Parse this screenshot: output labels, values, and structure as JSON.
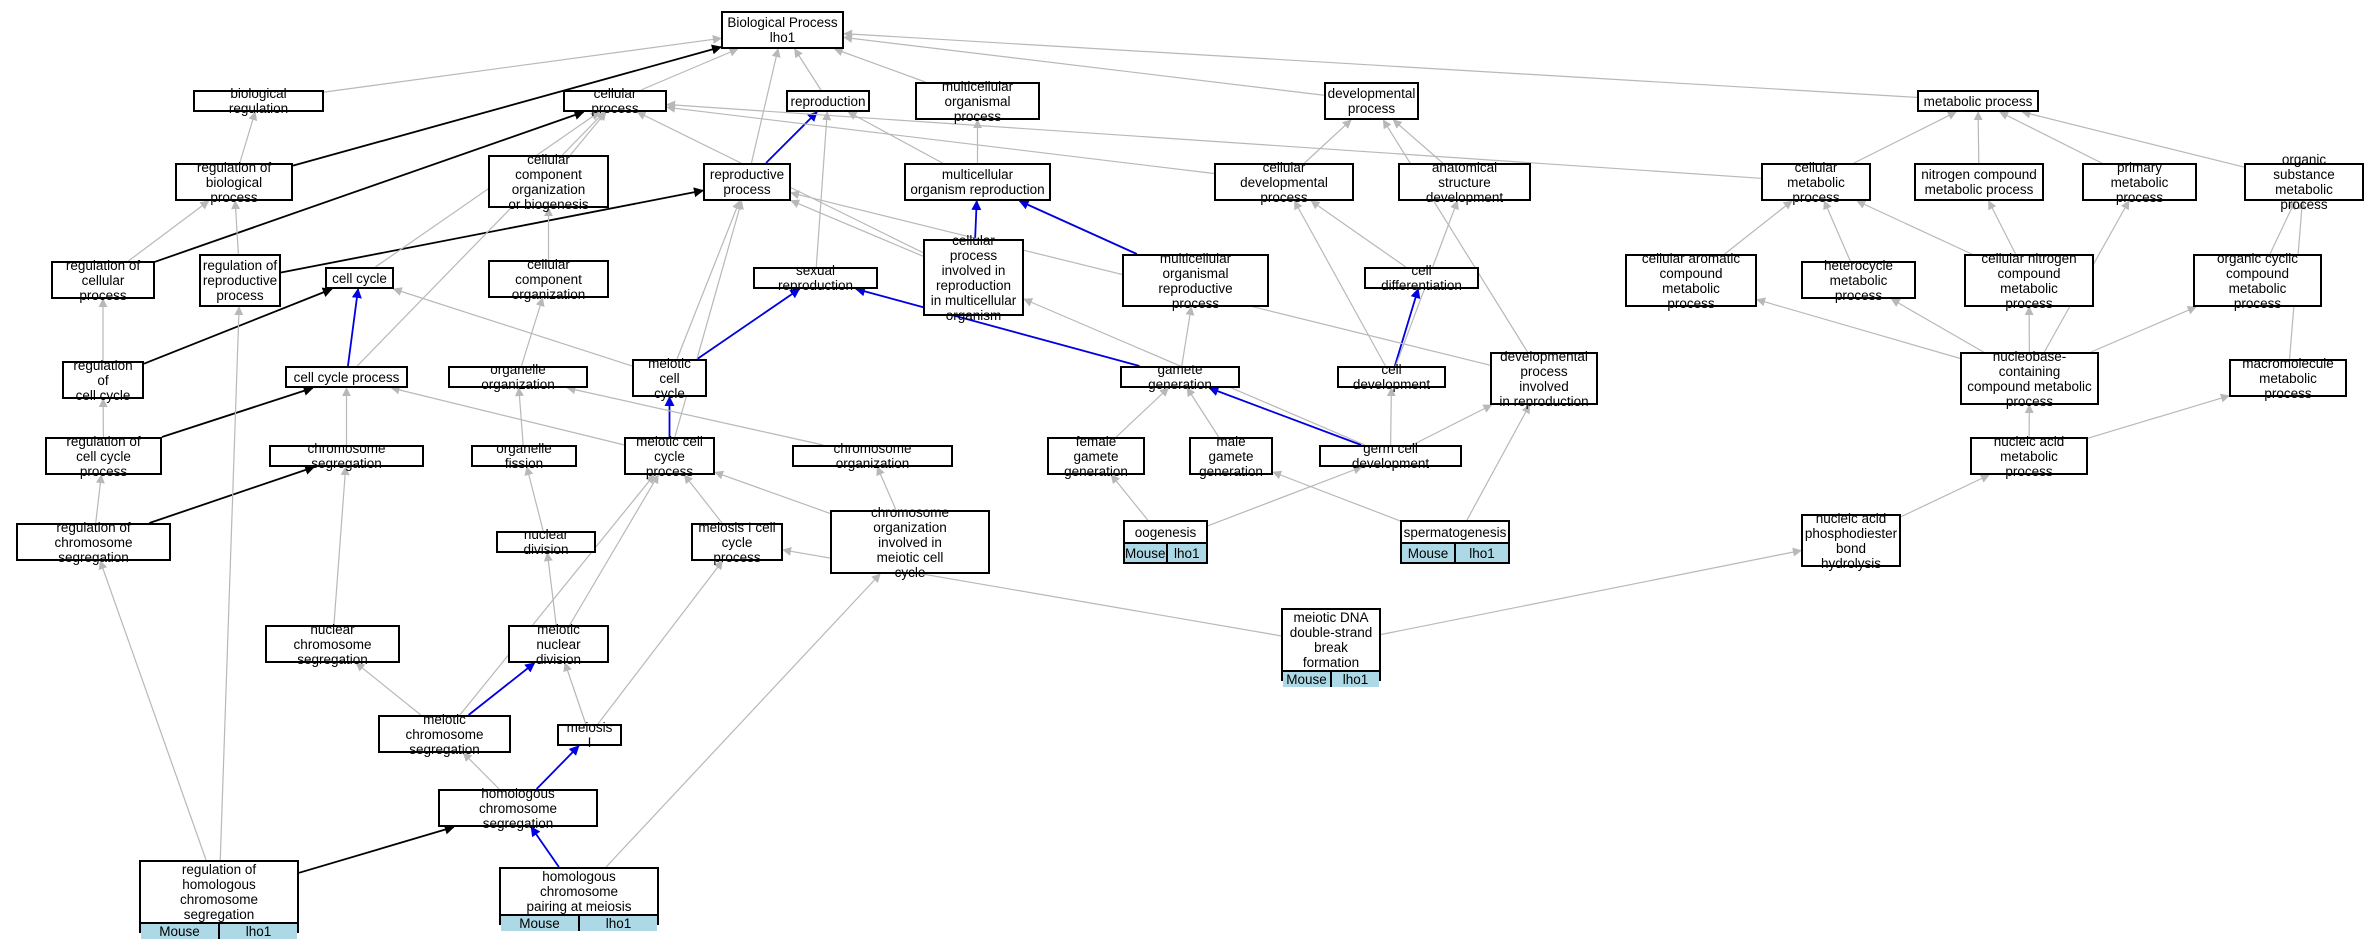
{
  "colors": {
    "gray": "#b8b8b8",
    "black": "#000000",
    "blue": "#0000e0",
    "annotation": "#add8e6"
  },
  "nodes": {
    "bp": {
      "label": "Biological Process\nlho1"
    },
    "breg": {
      "label": "biological regulation"
    },
    "cp": {
      "label": "cellular process"
    },
    "repro": {
      "label": "reproduction"
    },
    "mop": {
      "label": "multicellular\norganismal process"
    },
    "devp": {
      "label": "developmental\nprocess"
    },
    "metp": {
      "label": "metabolic process"
    },
    "rbp": {
      "label": "regulation of\nbiological process"
    },
    "ccob": {
      "label": "cellular component\norganization\nor biogenesis"
    },
    "rp": {
      "label": "reproductive\nprocess"
    },
    "mor": {
      "label": "multicellular\norganism reproduction"
    },
    "cdp": {
      "label": "cellular developmental\nprocess"
    },
    "asd": {
      "label": "anatomical structure\ndevelopment"
    },
    "cmp": {
      "label": "cellular metabolic\nprocess"
    },
    "ncmp": {
      "label": "nitrogen compound\nmetabolic process"
    },
    "pmp": {
      "label": "primary metabolic\nprocess"
    },
    "osmp": {
      "label": "organic substance\nmetabolic process"
    },
    "rcp": {
      "label": "regulation of\ncellular process"
    },
    "rrp": {
      "label": "regulation of\nreproductive\nprocess"
    },
    "cc": {
      "label": "cell cycle"
    },
    "cco": {
      "label": "cellular component\norganization"
    },
    "sr": {
      "label": "sexual reproduction"
    },
    "cpir": {
      "label": "cellular process\ninvolved in\nreproduction\nin multicellular\norganism"
    },
    "morp": {
      "label": "multicellular\norganismal reproductive\nprocess"
    },
    "cdiff": {
      "label": "cell differentiation"
    },
    "cacmp": {
      "label": "cellular aromatic\ncompound metabolic\nprocess"
    },
    "hmp": {
      "label": "heterocycle\nmetabolic process"
    },
    "cncmp": {
      "label": "cellular nitrogen\ncompound metabolic\nprocess"
    },
    "occmp": {
      "label": "organic cyclic\ncompound metabolic\nprocess"
    },
    "rcc": {
      "label": "regulation of\ncell cycle"
    },
    "ccp": {
      "label": "cell cycle process"
    },
    "oo": {
      "label": "organelle organization"
    },
    "mcc": {
      "label": "meiotic cell\ncycle"
    },
    "gg": {
      "label": "gamete generation"
    },
    "cd": {
      "label": "cell development"
    },
    "dpir": {
      "label": "developmental\nprocess involved\nin reproduction"
    },
    "nbcmp": {
      "label": "nucleobase-containing\ncompound metabolic\nprocess"
    },
    "mmp": {
      "label": "macromolecule\nmetabolic process"
    },
    "rccp": {
      "label": "regulation of\ncell cycle process"
    },
    "cs": {
      "label": "chromosome segregation"
    },
    "of": {
      "label": "organelle fission"
    },
    "mccp": {
      "label": "meiotic cell\ncycle process"
    },
    "co": {
      "label": "chromosome organization"
    },
    "fgg": {
      "label": "female gamete\ngeneration"
    },
    "mgg": {
      "label": "male gamete\ngeneration"
    },
    "gcd": {
      "label": "germ cell development"
    },
    "namp": {
      "label": "nucleic acid\nmetabolic process"
    },
    "rcs": {
      "label": "regulation of\nchromosome segregation"
    },
    "nd": {
      "label": "nuclear division"
    },
    "m1ccp": {
      "label": "meiosis I cell\ncycle process"
    },
    "coimcc": {
      "label": "chromosome organization\ninvolved in\nmeiotic cell\ncycle"
    },
    "oog": {
      "label": "oogenesis",
      "species": "Mouse",
      "gene": "lho1"
    },
    "spg": {
      "label": "spermatogenesis",
      "species": "Mouse",
      "gene": "lho1"
    },
    "napbh": {
      "label": "nucleic acid\nphosphodiester\nbond hydrolysis"
    },
    "ncs": {
      "label": "nuclear chromosome\nsegregation"
    },
    "mnd": {
      "label": "meiotic nuclear\ndivision"
    },
    "mdsb": {
      "label": "meiotic DNA\ndouble-strand\nbreak formation",
      "species": "Mouse",
      "gene": "lho1"
    },
    "mcs": {
      "label": "meiotic chromosome\nsegregation"
    },
    "m1": {
      "label": "meiosis I"
    },
    "hcs": {
      "label": "homologous chromosome\nsegregation"
    },
    "rhcs": {
      "label": "regulation of\nhomologous chromosome\nsegregation",
      "species": "Mouse",
      "gene": "lho1"
    },
    "hcpm": {
      "label": "homologous chromosome\npairing at meiosis",
      "species": "Mouse",
      "gene": "lho1"
    }
  },
  "edges": [
    [
      "breg",
      "bp",
      "gray"
    ],
    [
      "cp",
      "bp",
      "gray"
    ],
    [
      "repro",
      "bp",
      "gray"
    ],
    [
      "mop",
      "bp",
      "gray"
    ],
    [
      "devp",
      "bp",
      "gray"
    ],
    [
      "metp",
      "bp",
      "gray"
    ],
    [
      "rbp",
      "bp",
      "black"
    ],
    [
      "rbp",
      "breg",
      "gray"
    ],
    [
      "ccob",
      "cp",
      "gray"
    ],
    [
      "rp",
      "bp",
      "gray"
    ],
    [
      "rp",
      "repro",
      "blue"
    ],
    [
      "mor",
      "repro",
      "gray"
    ],
    [
      "mor",
      "mop",
      "gray"
    ],
    [
      "cdp",
      "cp",
      "gray"
    ],
    [
      "cdp",
      "devp",
      "gray"
    ],
    [
      "asd",
      "devp",
      "gray"
    ],
    [
      "cmp",
      "cp",
      "gray"
    ],
    [
      "cmp",
      "metp",
      "gray"
    ],
    [
      "ncmp",
      "metp",
      "gray"
    ],
    [
      "pmp",
      "metp",
      "gray"
    ],
    [
      "osmp",
      "metp",
      "gray"
    ],
    [
      "rcp",
      "cp",
      "black"
    ],
    [
      "rcp",
      "rbp",
      "gray"
    ],
    [
      "rrp",
      "rp",
      "black"
    ],
    [
      "rrp",
      "rbp",
      "gray"
    ],
    [
      "cc",
      "cp",
      "gray"
    ],
    [
      "cco",
      "ccob",
      "gray"
    ],
    [
      "sr",
      "repro",
      "gray"
    ],
    [
      "cpir",
      "cp",
      "gray"
    ],
    [
      "cpir",
      "rp",
      "gray"
    ],
    [
      "cpir",
      "mor",
      "blue"
    ],
    [
      "morp",
      "mor",
      "blue"
    ],
    [
      "cdiff",
      "cdp",
      "gray"
    ],
    [
      "cacmp",
      "cmp",
      "gray"
    ],
    [
      "hmp",
      "cmp",
      "gray"
    ],
    [
      "cncmp",
      "cmp",
      "gray"
    ],
    [
      "cncmp",
      "ncmp",
      "gray"
    ],
    [
      "occmp",
      "osmp",
      "gray"
    ],
    [
      "rcc",
      "cc",
      "black"
    ],
    [
      "rcc",
      "rcp",
      "gray"
    ],
    [
      "ccp",
      "cc",
      "blue"
    ],
    [
      "ccp",
      "cp",
      "gray"
    ],
    [
      "oo",
      "cco",
      "gray"
    ],
    [
      "mcc",
      "cc",
      "gray"
    ],
    [
      "mcc",
      "sr",
      "blue"
    ],
    [
      "mcc",
      "rp",
      "gray"
    ],
    [
      "gg",
      "sr",
      "blue"
    ],
    [
      "gg",
      "morp",
      "gray"
    ],
    [
      "cd",
      "cdp",
      "gray"
    ],
    [
      "cd",
      "cdiff",
      "blue"
    ],
    [
      "cd",
      "asd",
      "gray"
    ],
    [
      "dpir",
      "rp",
      "gray"
    ],
    [
      "dpir",
      "devp",
      "gray"
    ],
    [
      "nbcmp",
      "cacmp",
      "gray"
    ],
    [
      "nbcmp",
      "hmp",
      "gray"
    ],
    [
      "nbcmp",
      "cncmp",
      "gray"
    ],
    [
      "nbcmp",
      "pmp",
      "gray"
    ],
    [
      "nbcmp",
      "occmp",
      "gray"
    ],
    [
      "mmp",
      "osmp",
      "gray"
    ],
    [
      "rccp",
      "ccp",
      "black"
    ],
    [
      "rccp",
      "rcc",
      "gray"
    ],
    [
      "cs",
      "ccp",
      "gray"
    ],
    [
      "of",
      "oo",
      "gray"
    ],
    [
      "mccp",
      "mcc",
      "blue"
    ],
    [
      "mccp",
      "ccp",
      "gray"
    ],
    [
      "mccp",
      "rp",
      "gray"
    ],
    [
      "co",
      "oo",
      "gray"
    ],
    [
      "fgg",
      "gg",
      "gray"
    ],
    [
      "mgg",
      "gg",
      "gray"
    ],
    [
      "gcd",
      "gg",
      "blue"
    ],
    [
      "gcd",
      "cd",
      "gray"
    ],
    [
      "gcd",
      "dpir",
      "gray"
    ],
    [
      "gcd",
      "cpir",
      "gray"
    ],
    [
      "namp",
      "nbcmp",
      "gray"
    ],
    [
      "namp",
      "mmp",
      "gray"
    ],
    [
      "rcs",
      "cs",
      "black"
    ],
    [
      "rcs",
      "rccp",
      "gray"
    ],
    [
      "nd",
      "of",
      "gray"
    ],
    [
      "m1ccp",
      "mccp",
      "gray"
    ],
    [
      "coimcc",
      "co",
      "gray"
    ],
    [
      "coimcc",
      "mccp",
      "gray"
    ],
    [
      "oog",
      "fgg",
      "gray"
    ],
    [
      "oog",
      "gcd",
      "gray"
    ],
    [
      "spg",
      "mgg",
      "gray"
    ],
    [
      "spg",
      "dpir",
      "gray"
    ],
    [
      "napbh",
      "namp",
      "gray"
    ],
    [
      "ncs",
      "cs",
      "gray"
    ],
    [
      "mnd",
      "nd",
      "gray"
    ],
    [
      "mnd",
      "mccp",
      "gray"
    ],
    [
      "mdsb",
      "m1ccp",
      "gray"
    ],
    [
      "mdsb",
      "napbh",
      "gray"
    ],
    [
      "mcs",
      "ncs",
      "gray"
    ],
    [
      "mcs",
      "mnd",
      "blue"
    ],
    [
      "mcs",
      "mccp",
      "gray"
    ],
    [
      "m1",
      "mnd",
      "gray"
    ],
    [
      "m1",
      "m1ccp",
      "gray"
    ],
    [
      "hcs",
      "mcs",
      "gray"
    ],
    [
      "hcs",
      "m1",
      "blue"
    ],
    [
      "rhcs",
      "hcs",
      "black"
    ],
    [
      "rhcs",
      "rcs",
      "gray"
    ],
    [
      "rhcs",
      "rrp",
      "gray"
    ],
    [
      "hcpm",
      "hcs",
      "blue"
    ],
    [
      "hcpm",
      "coimcc",
      "gray"
    ]
  ]
}
